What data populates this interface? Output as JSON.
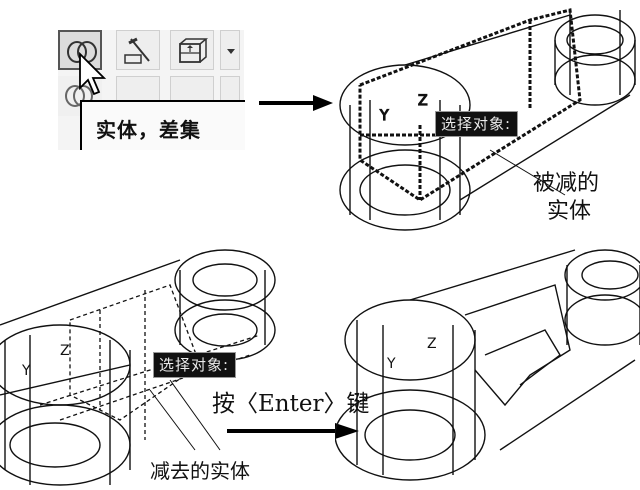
{
  "toolbar": {
    "buttons": [
      {
        "icon": "union-circles-icon",
        "state": "active"
      },
      {
        "icon": "slice-solid-icon",
        "state": "normal"
      },
      {
        "icon": "extrude-box-icon",
        "state": "normal"
      }
    ],
    "dropdown_icon": "chevron-down-icon",
    "tooltip": "实体，差集"
  },
  "command_prompt_1": "选择对象:",
  "command_prompt_2": "选择对象:",
  "labels": {
    "subtracted_from": "被减的\n实体",
    "subtracted_from_line1": "被减的",
    "subtracted_from_line2": "实体",
    "subtracted": "减去的实体",
    "press_enter": "按〈Enter〉键"
  },
  "colors": {
    "ink": "#111111",
    "tooltip_bg": "#111111",
    "tooltip_text": "#eaeaea"
  }
}
